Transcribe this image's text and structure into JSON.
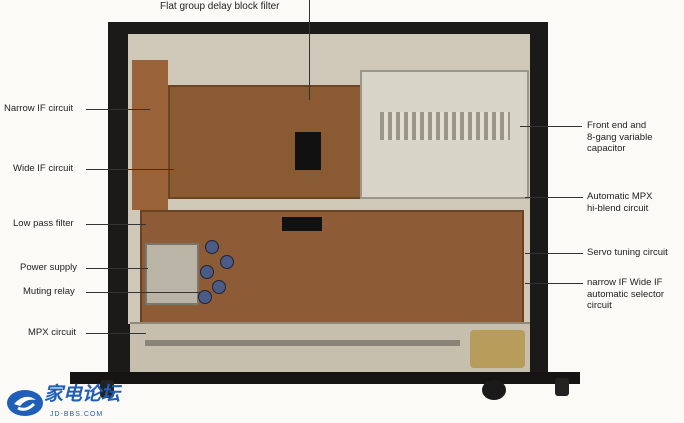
{
  "top_label": "Flat group delay block filter",
  "left_labels": [
    {
      "text": "Narrow IF circuit"
    },
    {
      "text": "Wide IF circuit"
    },
    {
      "text": "Low pass filter"
    },
    {
      "text": "Power supply"
    },
    {
      "text": "Muting relay"
    },
    {
      "text": "MPX circuit"
    }
  ],
  "right_labels": [
    {
      "lines": [
        "Front end and",
        "8-gang variable",
        "capacitor"
      ]
    },
    {
      "lines": [
        "Automatic MPX",
        "hi-blend circuit"
      ]
    },
    {
      "lines": [
        "Servo tuning circuit"
      ]
    },
    {
      "lines": [
        "narrow IF  Wide IF",
        "automatic selector",
        "circuit"
      ]
    }
  ],
  "watermark": {
    "main": "家电论坛",
    "sub": "JD-BBS.COM"
  }
}
